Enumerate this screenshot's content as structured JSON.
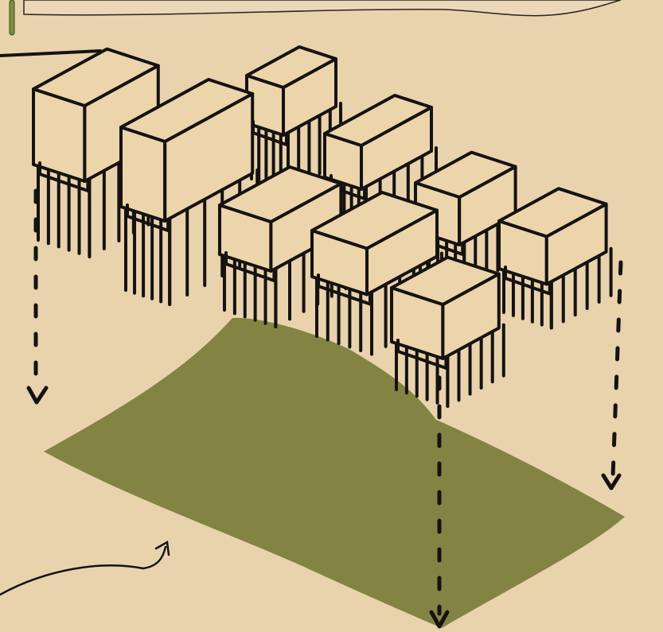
{
  "colors": {
    "paper": "#e9d3ad",
    "ground": "#838443",
    "ink": "#151210",
    "top_band": "#ead8b8",
    "reed": "#7f8e3f"
  },
  "boxes": [
    {
      "name": "box-1"
    },
    {
      "name": "box-2"
    },
    {
      "name": "box-3"
    },
    {
      "name": "box-4"
    },
    {
      "name": "box-5"
    },
    {
      "name": "box-6"
    },
    {
      "name": "box-7"
    },
    {
      "name": "box-8"
    },
    {
      "name": "box-9"
    },
    {
      "name": "box-10"
    }
  ]
}
